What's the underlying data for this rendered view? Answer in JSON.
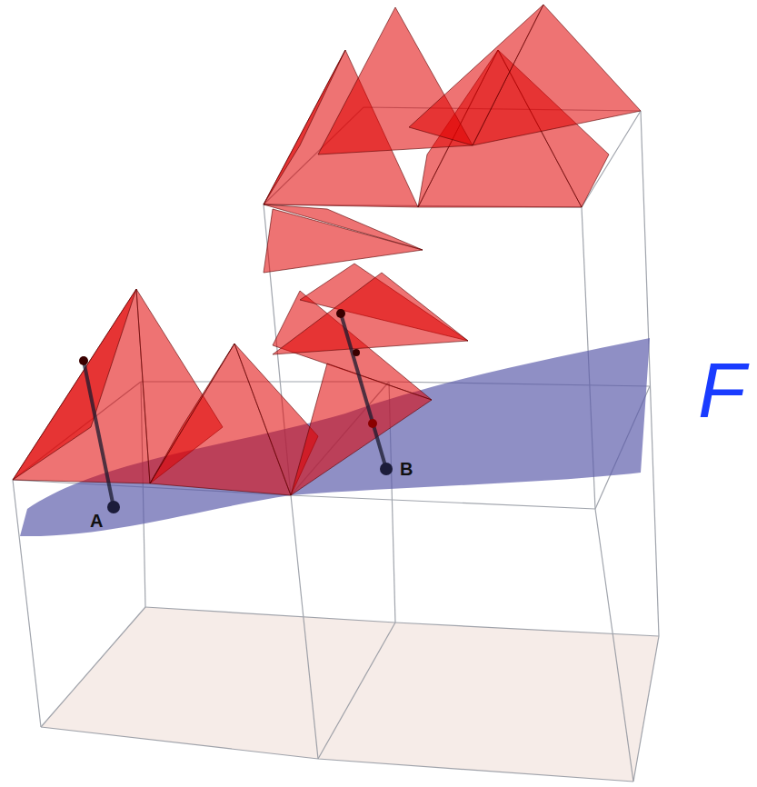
{
  "diagram": {
    "labels": [
      "A",
      "B",
      "F"
    ]
  }
}
